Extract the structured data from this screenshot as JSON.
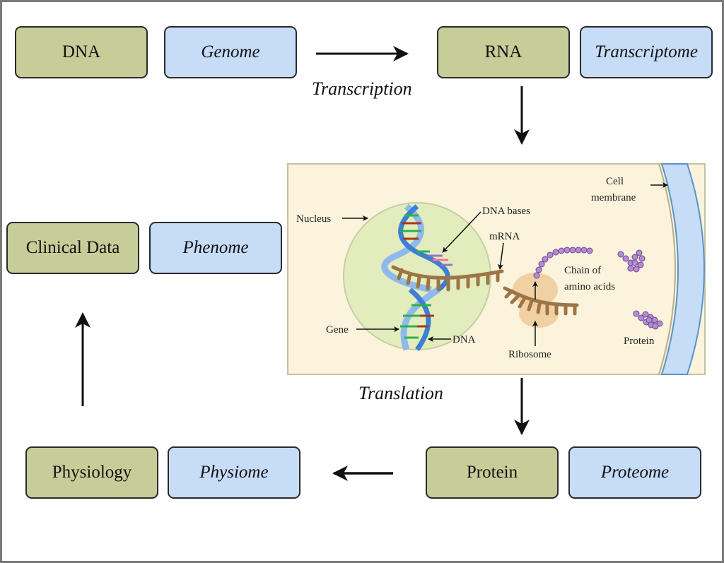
{
  "boxes": {
    "dna": "DNA",
    "genome": "Genome",
    "rna": "RNA",
    "transcriptome": "Transcriptome",
    "clinical_data": "Clinical Data",
    "phenome": "Phenome",
    "physiology": "Physiology",
    "physiome": "Physiome",
    "protein": "Protein",
    "proteome": "Proteome"
  },
  "process_labels": {
    "transcription": "Transcription",
    "translation": "Translation"
  },
  "cell_labels": {
    "nucleus": "Nucleus",
    "dna_bases": "DNA bases",
    "mrna": "mRNA",
    "gene": "Gene",
    "dna": "DNA",
    "cell_membrane_line1": "Cell",
    "cell_membrane_line2": "membrane",
    "chain_line1": "Chain of",
    "chain_line2": "amino acids",
    "ribosome": "Ribosome",
    "protein": "Protein"
  },
  "colors": {
    "green_box": "#c6cd98",
    "blue_box": "#c6dcf7",
    "cell_bg": "#fbf3dc",
    "nucleus": "#e2ecbd",
    "membrane": "#c6dcf7",
    "mrna": "#a07a4a",
    "amino": "#b58ad6"
  }
}
